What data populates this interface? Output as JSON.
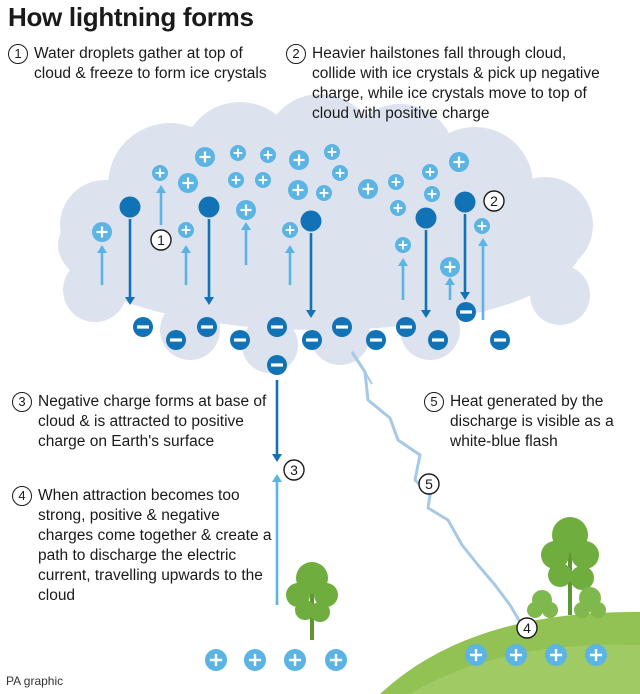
{
  "title": "How lightning forms",
  "steps": [
    {
      "num": "1",
      "text": "Water droplets gather at top of cloud & freeze to form ice crystals"
    },
    {
      "num": "2",
      "text": "Heavier hailstones fall through cloud, collide with ice crystals & pick up negative charge, while ice crystals move to top of cloud with positive charge"
    },
    {
      "num": "3",
      "text": "Negative charge forms at base of cloud & is attracted to positive charge on Earth's surface"
    },
    {
      "num": "4",
      "text": "When attraction becomes too strong, positive & negative charges come together & create a path to discharge the electric current, travelling upwards to the cloud"
    },
    {
      "num": "5",
      "text": "Heat generated by the discharge is visible as a white-blue flash"
    }
  ],
  "callouts": {
    "c1": "1",
    "c2": "2",
    "c3": "3",
    "c4": "4",
    "c5": "5"
  },
  "credit": "PA graphic",
  "colors": {
    "cloud": "#dde3ee",
    "dark_blue": "#1272b6",
    "light_blue": "#5cb4e4",
    "ground": "#93c254",
    "tree": "#6fae3e",
    "lightning": "#a7c9e8"
  }
}
